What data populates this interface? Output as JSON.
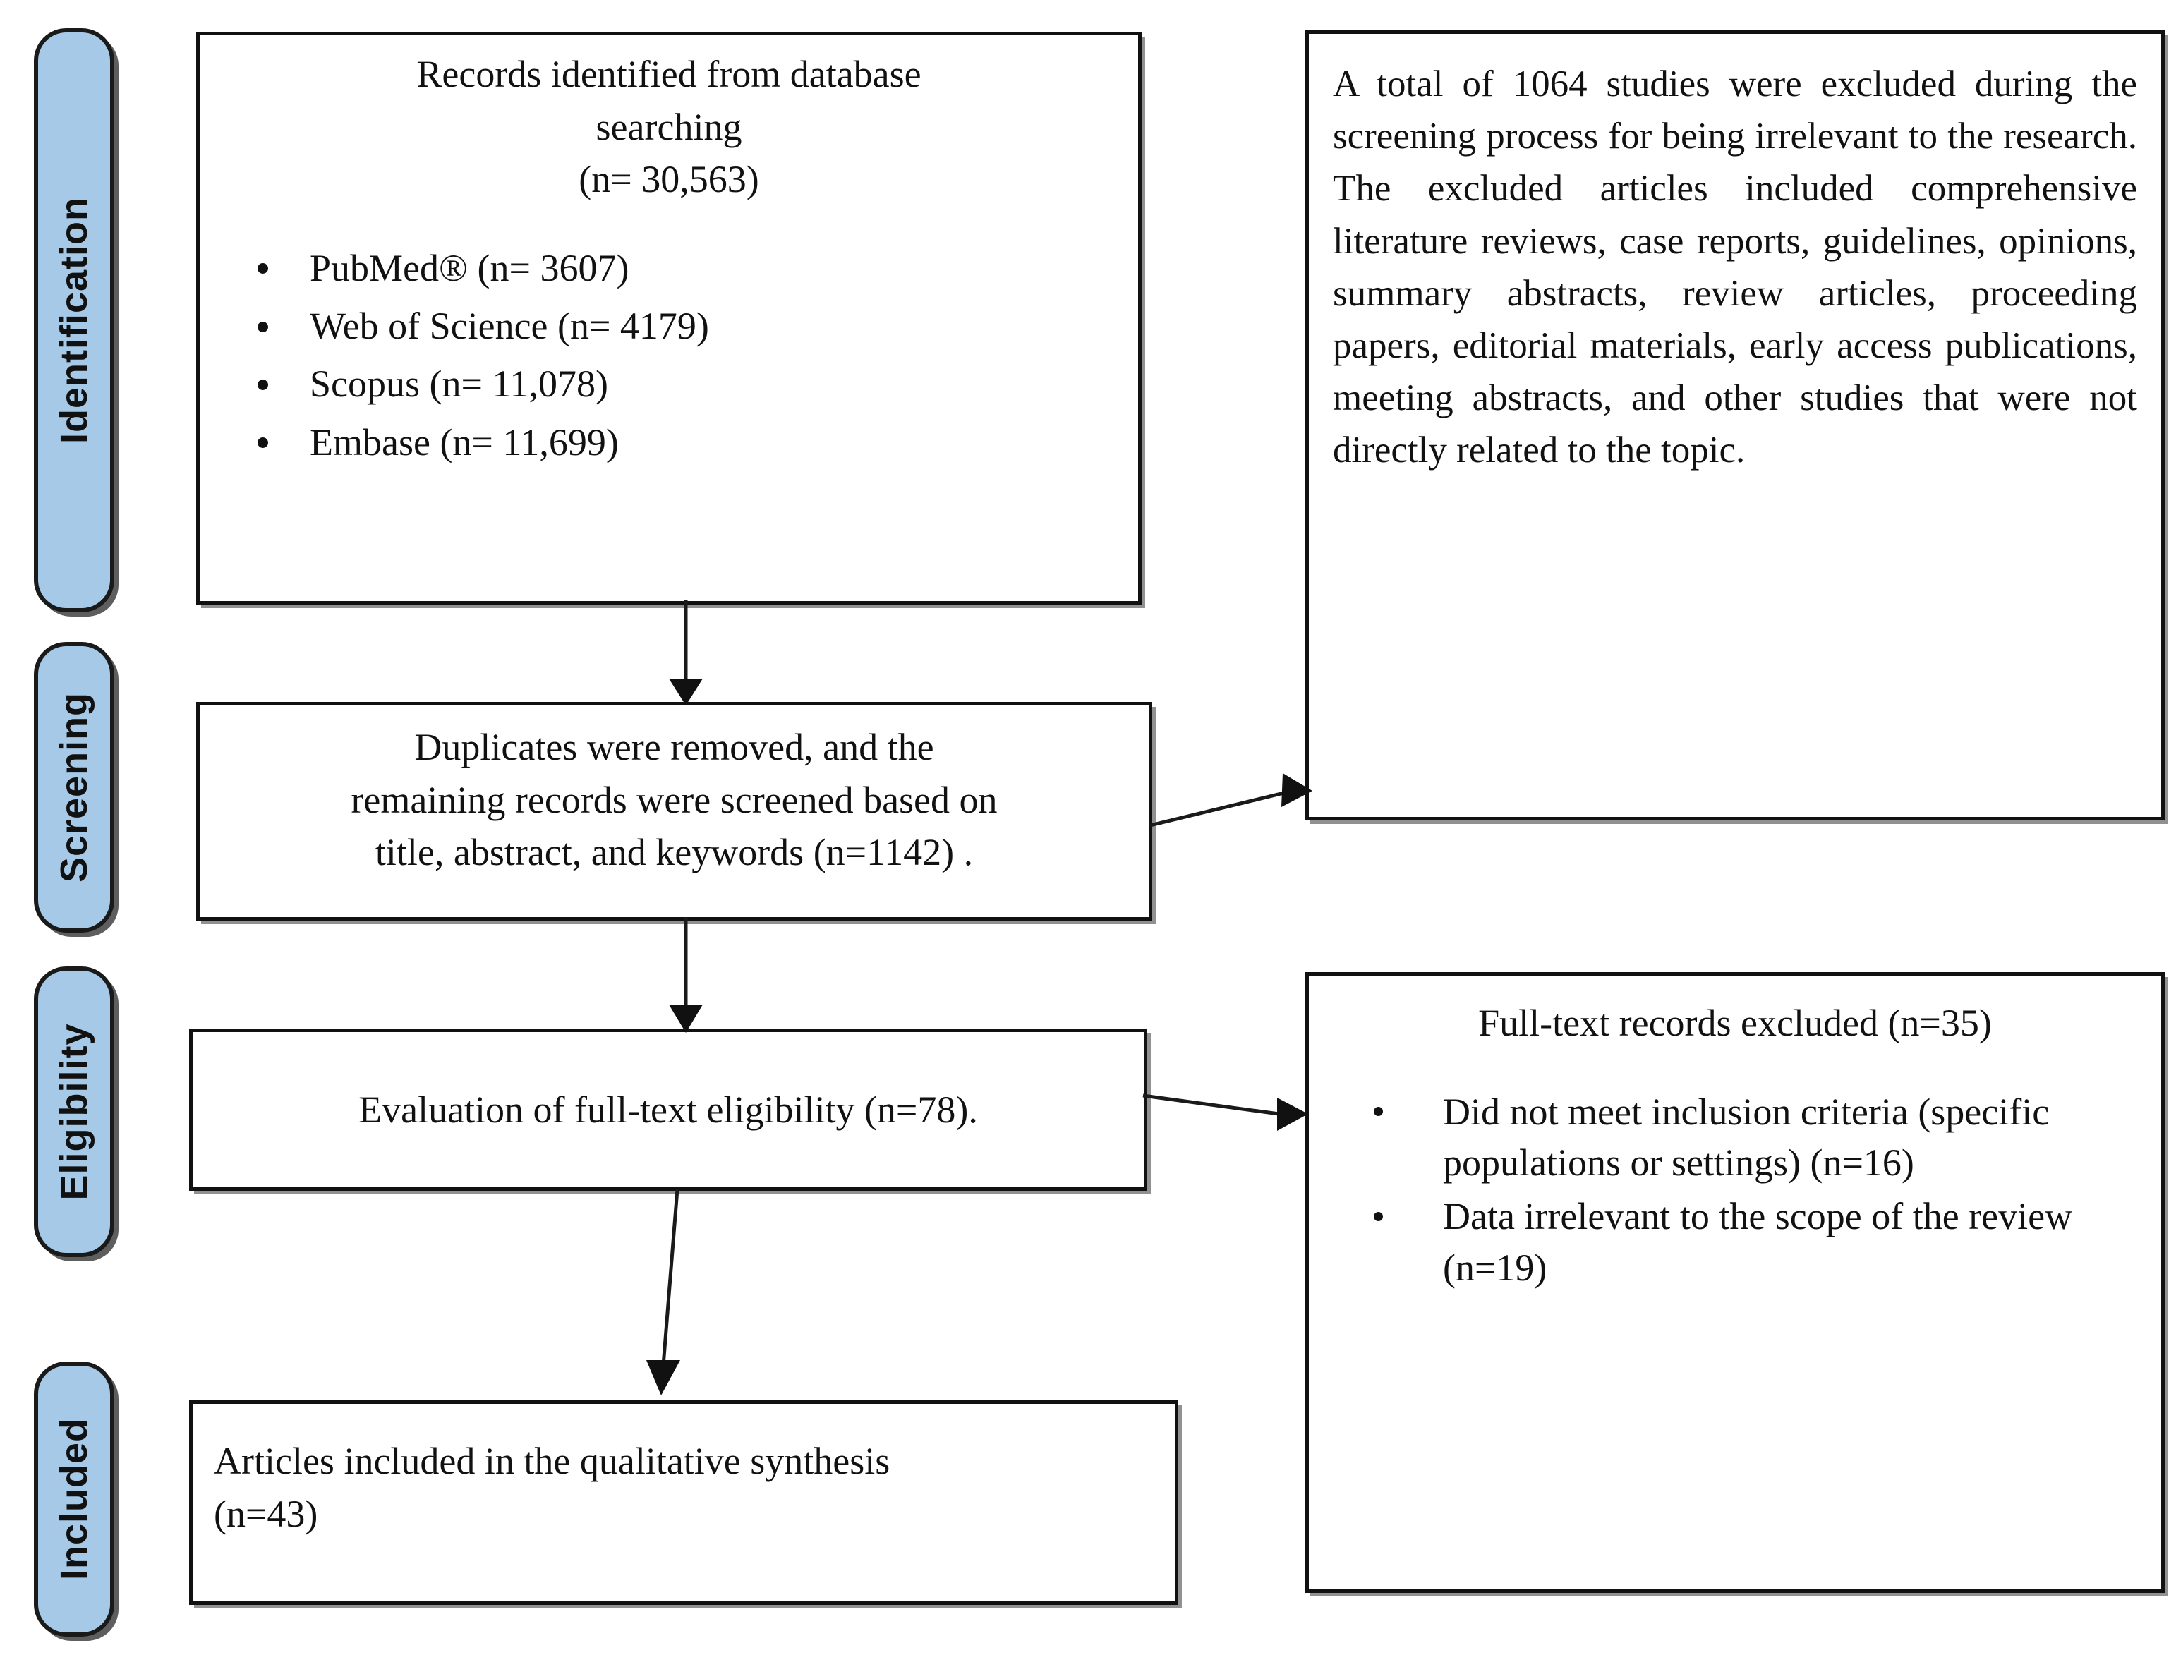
{
  "diagram": {
    "title": "PRISMA flow diagram of study selection",
    "accent_color": "#a6c9e8",
    "border_color": "#111111",
    "background_color": "#ffffff"
  },
  "stages": [
    {
      "id": "identification",
      "label": "Identification"
    },
    {
      "id": "screening",
      "label": "Screening"
    },
    {
      "id": "eligibility",
      "label": "Eligibility"
    },
    {
      "id": "included",
      "label": "Included"
    }
  ],
  "boxes": {
    "identification": {
      "heading_line1": "Records identified from database",
      "heading_line2": "searching",
      "heading_line3": "(n= 30,563)",
      "sources": [
        {
          "name": "PubMed®",
          "count": "(n= 3607)",
          "text": "PubMed® (n= 3607)"
        },
        {
          "name": "Web of Science",
          "count": "(n= 4179)",
          "text": "Web of Science (n= 4179)"
        },
        {
          "name": "Scopus",
          "count": "(n= 11,078)",
          "text": "Scopus (n= 11,078)"
        },
        {
          "name": "Embase",
          "count": "(n= 11,699)",
          "text": "Embase (n= 11,699)"
        }
      ]
    },
    "screening": {
      "line1": "Duplicates were removed, and the",
      "line2": "remaining records were screened based on",
      "line3": "title, abstract, and keywords (n=1142) ."
    },
    "eligibility": {
      "line1": "Evaluation of full-text eligibility (n=78)."
    },
    "included": {
      "line1": "Articles included in the qualitative synthesis",
      "line2": "(n=43)"
    },
    "screening_excluded": {
      "paragraph": "A total of 1064  studies were excluded during the screening process for being irrelevant to the research. The excluded articles included comprehensive literature reviews, case reports, guidelines, opinions, summary abstracts, review articles, proceeding papers, editorial materials, early access publications, meeting abstracts, and other studies that were not directly related to the topic."
    },
    "fulltext_excluded": {
      "heading": "Full-text records excluded (n=35)",
      "reasons": [
        "Did not meet inclusion criteria (specific populations or settings) (n=16)",
        "Data irrelevant to the scope of the review (n=19)"
      ]
    }
  },
  "chart_data": {
    "type": "diagram",
    "title": "PRISMA study selection flow",
    "nodes": [
      {
        "id": "identification",
        "stage": "Identification",
        "label": "Records identified from database searching",
        "n": 30563
      },
      {
        "id": "pubmed",
        "stage": "Identification",
        "label": "PubMed®",
        "n": 3607
      },
      {
        "id": "wos",
        "stage": "Identification",
        "label": "Web of Science",
        "n": 4179
      },
      {
        "id": "scopus",
        "stage": "Identification",
        "label": "Scopus",
        "n": 11078
      },
      {
        "id": "embase",
        "stage": "Identification",
        "label": "Embase",
        "n": 11699
      },
      {
        "id": "screening",
        "stage": "Screening",
        "label": "Duplicates were removed, and the remaining records were screened based on title, abstract, and keywords",
        "n": 1142
      },
      {
        "id": "screening_excluded",
        "stage": "Screening",
        "label": "Studies excluded during the screening process for being irrelevant",
        "n": 1064
      },
      {
        "id": "eligibility",
        "stage": "Eligibility",
        "label": "Evaluation of full-text eligibility",
        "n": 78
      },
      {
        "id": "fulltext_excluded",
        "stage": "Eligibility",
        "label": "Full-text records excluded",
        "n": 35
      },
      {
        "id": "reason_criteria",
        "stage": "Eligibility",
        "label": "Did not meet inclusion criteria (specific populations or settings)",
        "n": 16
      },
      {
        "id": "reason_scope",
        "stage": "Eligibility",
        "label": "Data irrelevant to the scope of the review",
        "n": 19
      },
      {
        "id": "included",
        "stage": "Included",
        "label": "Articles included in the qualitative synthesis",
        "n": 43
      }
    ],
    "edges": [
      {
        "from": "identification",
        "to": "screening",
        "kind": "down"
      },
      {
        "from": "screening",
        "to": "screening_excluded",
        "kind": "diagonal-right"
      },
      {
        "from": "screening",
        "to": "eligibility",
        "kind": "down"
      },
      {
        "from": "eligibility",
        "to": "fulltext_excluded",
        "kind": "diagonal-right"
      },
      {
        "from": "eligibility",
        "to": "included",
        "kind": "down"
      }
    ]
  }
}
